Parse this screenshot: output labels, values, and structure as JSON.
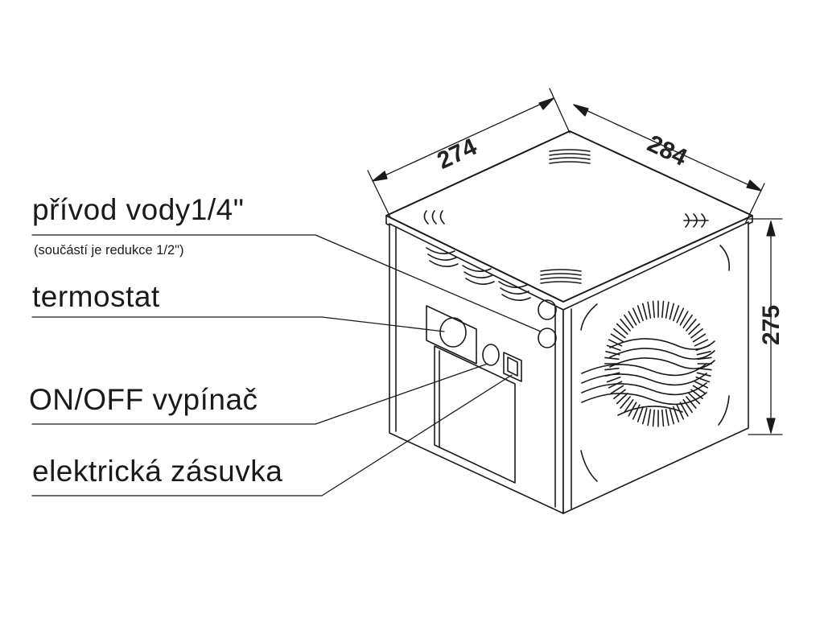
{
  "labels": {
    "water_inlet": "přívod vody1/4\"",
    "reducer_note": "(součástí je redukce 1/2\")",
    "thermostat": "termostat",
    "switch": "ON/OFF vypínač",
    "socket": "elektrická zásuvka"
  },
  "dimensions": {
    "width": "274",
    "depth": "284",
    "height": "275"
  },
  "colors": {
    "line": "#1a1a1a",
    "background": "#ffffff"
  }
}
